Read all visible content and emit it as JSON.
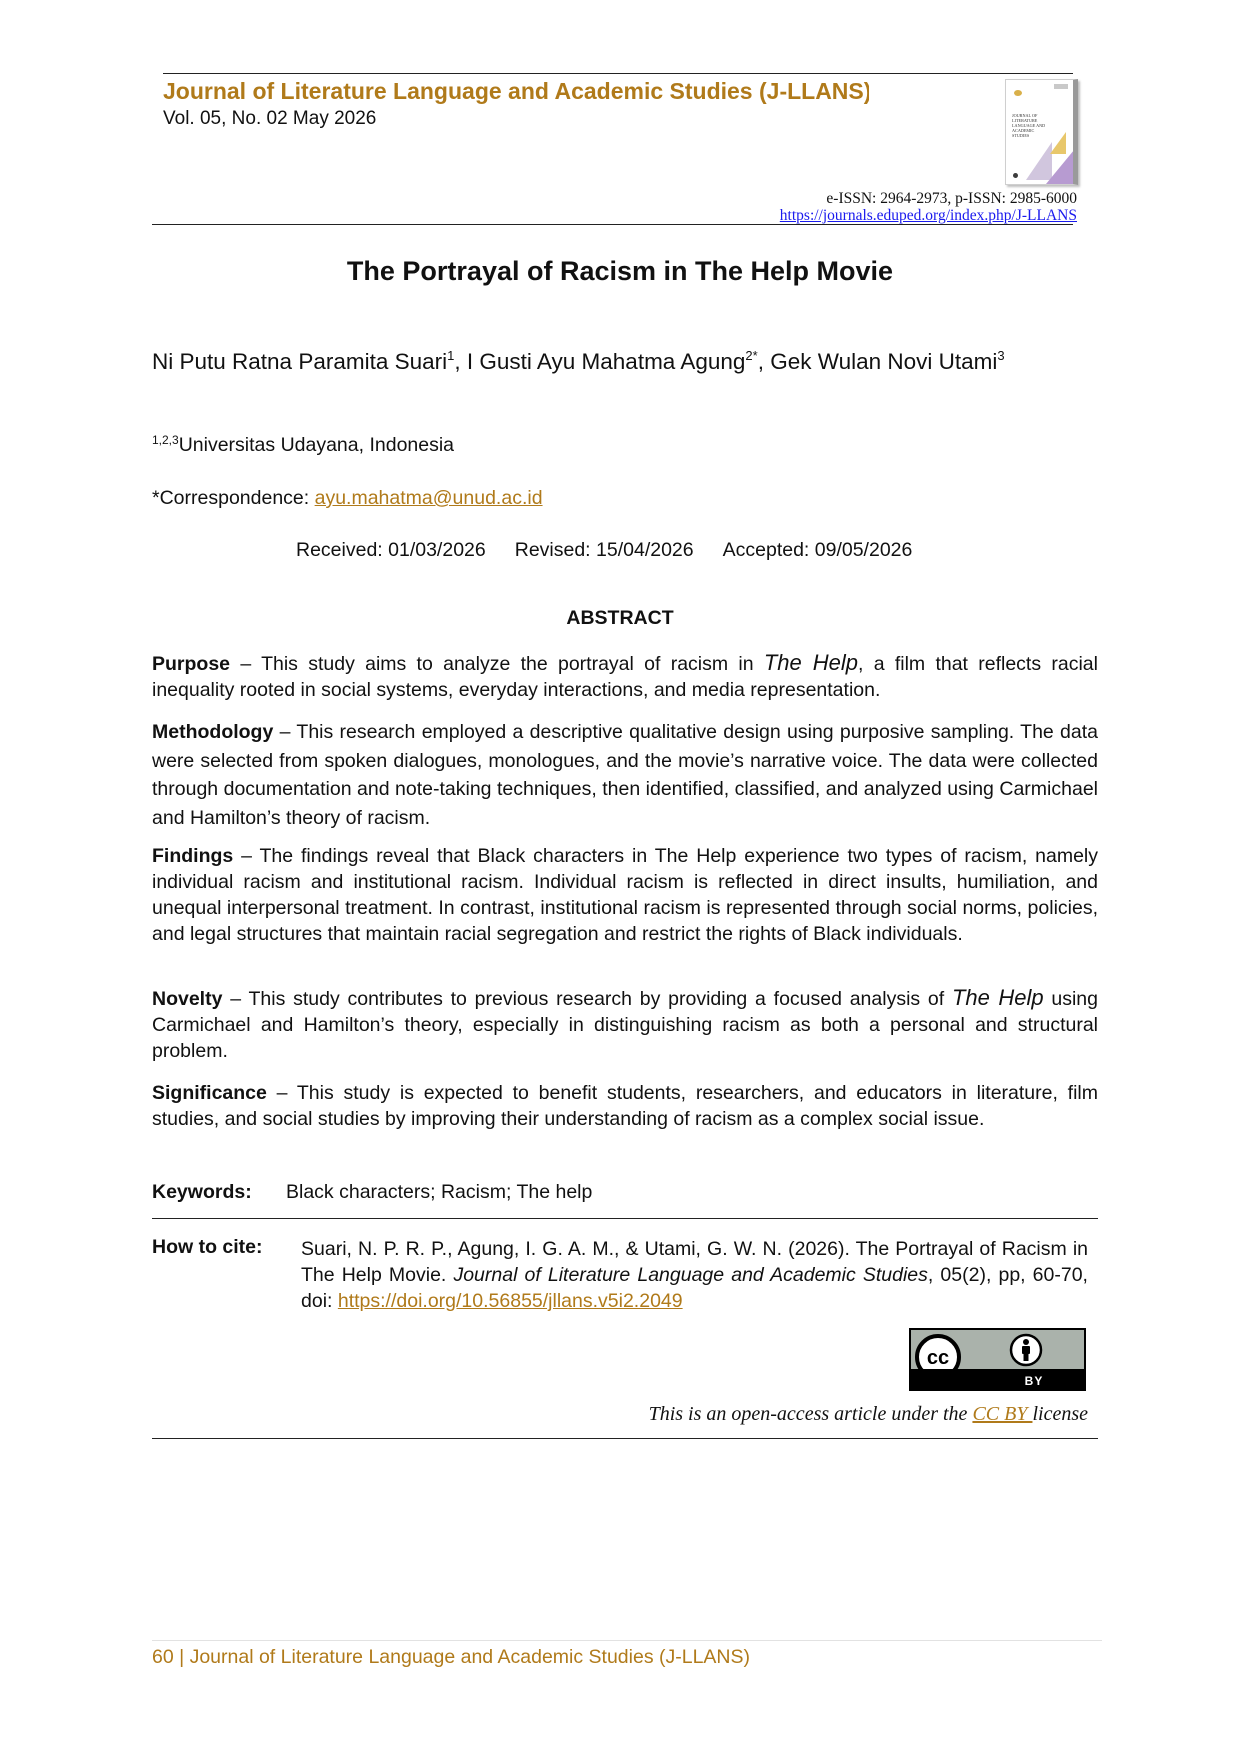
{
  "header": {
    "journal_title": "Journal of Literature Language and Academic Studies (J-LLANS)",
    "volume": "Vol. 05, No. 02 May 2026",
    "cover_text": "Journal of Literature Language and Academic Studies",
    "issn": "e-ISSN: 2964-2973, p-ISSN: 2985-6000",
    "url": "https://journals.eduped.org/index.php/J-LLANS"
  },
  "article": {
    "title": "The Portrayal of Racism in The Help Movie",
    "authors": [
      {
        "name": "Ni Putu Ratna Paramita Suari",
        "sup": "1",
        "sep": ", "
      },
      {
        "name": "I Gusti Ayu Mahatma Agung",
        "sup": "2*",
        "sep": ", "
      },
      {
        "name": "Gek Wulan Novi Utami",
        "sup": "3",
        "sep": ""
      }
    ],
    "affiliation_sup": "1,2,3",
    "affiliation": "Universitas Udayana, Indonesia",
    "correspondence_label": "*Correspondence: ",
    "correspondence_email": "ayu.mahatma@unud.ac.id",
    "received": "Received: 01/03/2026",
    "revised": "Revised: 15/04/2026",
    "accepted": "Accepted: 09/05/2026"
  },
  "abstract": {
    "heading": "ABSTRACT",
    "purpose_label": "Purpose",
    "purpose_pre": " – This study aims to analyze the portrayal of racism in ",
    "purpose_film": "The Help",
    "purpose_post": ", a film that reflects racial inequality rooted in social systems, everyday interactions, and media representation.",
    "methodology_label": "Methodology",
    "methodology_text": " – This research employed a descriptive qualitative design using purposive sampling. The data were selected from spoken dialogues, monologues, and the movie’s narrative voice. The data were collected through documentation and note-taking techniques, then identified, classified, and analyzed using Carmichael and Hamilton’s theory of racism.",
    "findings_label": "Findings",
    "findings_text": " – The findings reveal that Black characters in The Help experience two types of racism, namely individual racism and institutional racism. Individual racism is reflected in direct insults, humiliation, and unequal interpersonal treatment. In contrast, institutional racism is represented through social norms, policies, and legal structures that maintain racial segregation and restrict the rights of Black individuals.",
    "novelty_label": "Novelty",
    "novelty_pre": " – This study contributes to previous research by providing a focused analysis of ",
    "novelty_film": "The Help",
    "novelty_post": " using Carmichael and Hamilton’s theory, especially in distinguishing racism as both a personal and structural problem.",
    "significance_label": "Significance",
    "significance_text": " – This study is expected to benefit students, researchers, and educators in literature, film studies, and social studies by improving their understanding of racism as a complex social issue."
  },
  "keywords": {
    "label": "Keywords:",
    "value": "Black characters; Racism; The help"
  },
  "citation": {
    "label": "How to cite:",
    "text_pre": "Suari, N. P. R. P., Agung, I. G. A. M., & Utami, G. W. N. (2026). The Portrayal of Racism in The Help Movie. ",
    "journal_italic": "Journal of Literature Language and Academic Studies",
    "text_post": ", 05(2), pp, 60-70, doi: ",
    "doi": "https://doi.org/10.56855/jllans.v5i2.2049"
  },
  "license": {
    "badge_text": "BY",
    "note_pre": "This is an open-access article under the ",
    "license_link": "CC BY ",
    "note_post": "license"
  },
  "footer": {
    "text": "60 | Journal of Literature Language and Academic Studies (J-LLANS)"
  },
  "colors": {
    "accent": "#b07a1a",
    "link_blue": "#1a1aee"
  }
}
